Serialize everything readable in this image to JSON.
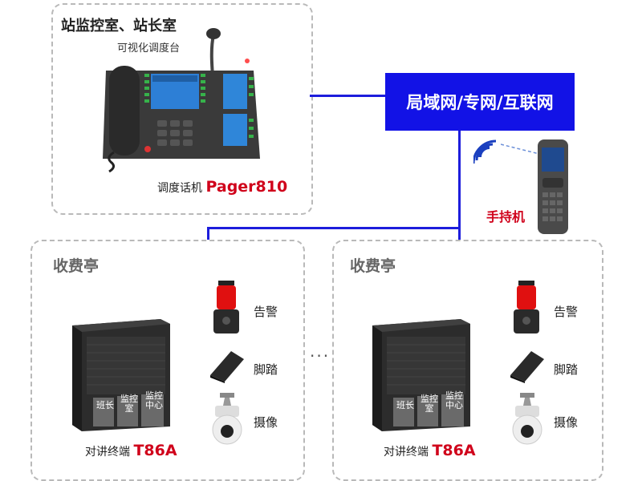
{
  "station": {
    "title": "站监控室、站长室",
    "console_label": "可视化调度台",
    "phone_caption_prefix": "调度话机",
    "phone_model": "Pager810"
  },
  "network": {
    "label": "局域网/专网/互联网"
  },
  "handheld": {
    "label": "手持机"
  },
  "booths": [
    {
      "title": "收费亭",
      "terminal_caption_prefix": "对讲终端",
      "terminal_model": "T86A",
      "buttons": [
        "班长",
        "监控室",
        "监控中心"
      ],
      "peripherals": [
        "告警",
        "脚踏",
        "摄像"
      ]
    },
    {
      "title": "收费亭",
      "terminal_caption_prefix": "对讲终端",
      "terminal_model": "T86A",
      "buttons": [
        "班长",
        "监控室",
        "监控中心"
      ],
      "peripherals": [
        "告警",
        "脚踏",
        "摄像"
      ]
    }
  ],
  "separator": "···",
  "colors": {
    "network_bg": "#1212e6",
    "accent_red": "#d0021b",
    "line": "#1d1ddc"
  }
}
